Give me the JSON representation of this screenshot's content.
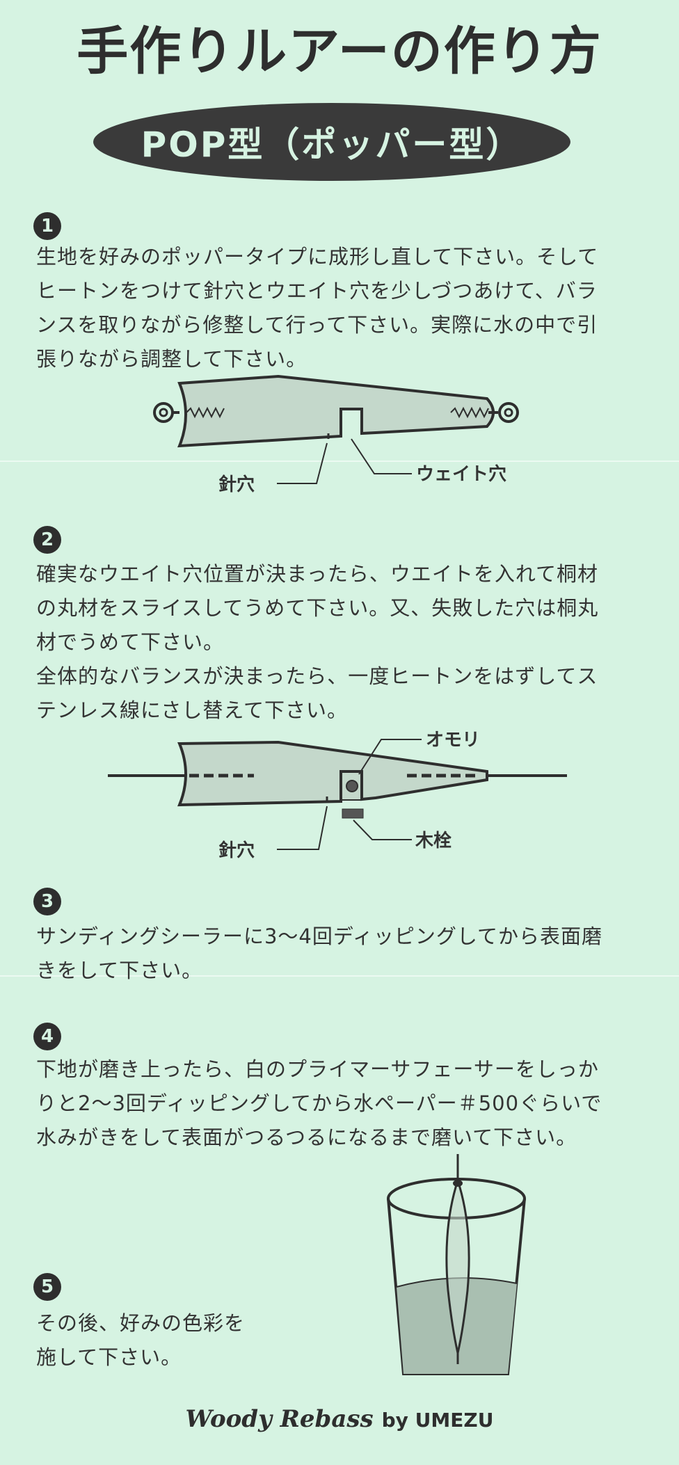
{
  "title": "手作りルアーの作り方",
  "subtitle": "POP型（ポッパー型）",
  "steps": [
    {
      "number": "1",
      "lines": [
        "生地を好みのポッパータイプに成形し直して下さい。そして",
        "ヒートンをつけて針穴とウエイト穴を少しづつあけて、バラ",
        "ンスを取りながら修整して行って下さい。実際に水の中で引",
        "張りながら調整して下さい。"
      ]
    },
    {
      "number": "2",
      "lines": [
        "確実なウエイト穴位置が決まったら、ウエイトを入れて桐材",
        "の丸材をスライスしてうめて下さい。又、失敗した穴は桐丸",
        "材でうめて下さい。",
        "全体的なバランスが決まったら、一度ヒートンをはずしてス",
        "テンレス線にさし替えて下さい。"
      ]
    },
    {
      "number": "3",
      "lines": [
        "サンディングシーラーに3〜4回ディッピングしてから表面磨",
        "きをして下さい。"
      ]
    },
    {
      "number": "4",
      "lines": [
        "下地が磨き上ったら、白のプライマーサフェーサーをしっか",
        "りと2〜3回ディッピングしてから水ペーパー＃500ぐらいで",
        "水みがきをして表面がつるつるになるまで磨いて下さい。"
      ]
    },
    {
      "number": "5",
      "lines": [
        "その後、好みの色彩を",
        "施して下さい。"
      ]
    }
  ],
  "figure1": {
    "label_hole": "針穴",
    "label_weight_hole": "ウェイト穴"
  },
  "figure2": {
    "label_weight": "オモリ",
    "label_hole": "針穴",
    "label_plug": "木栓"
  },
  "footer": {
    "brand": "Woody Rebass",
    "by": "by UMEZU"
  },
  "colors": {
    "background": "#d6f3e2",
    "ink": "#2e2e2e",
    "lure_fill": "#c4d8cb",
    "water": "#a9bfb1"
  }
}
